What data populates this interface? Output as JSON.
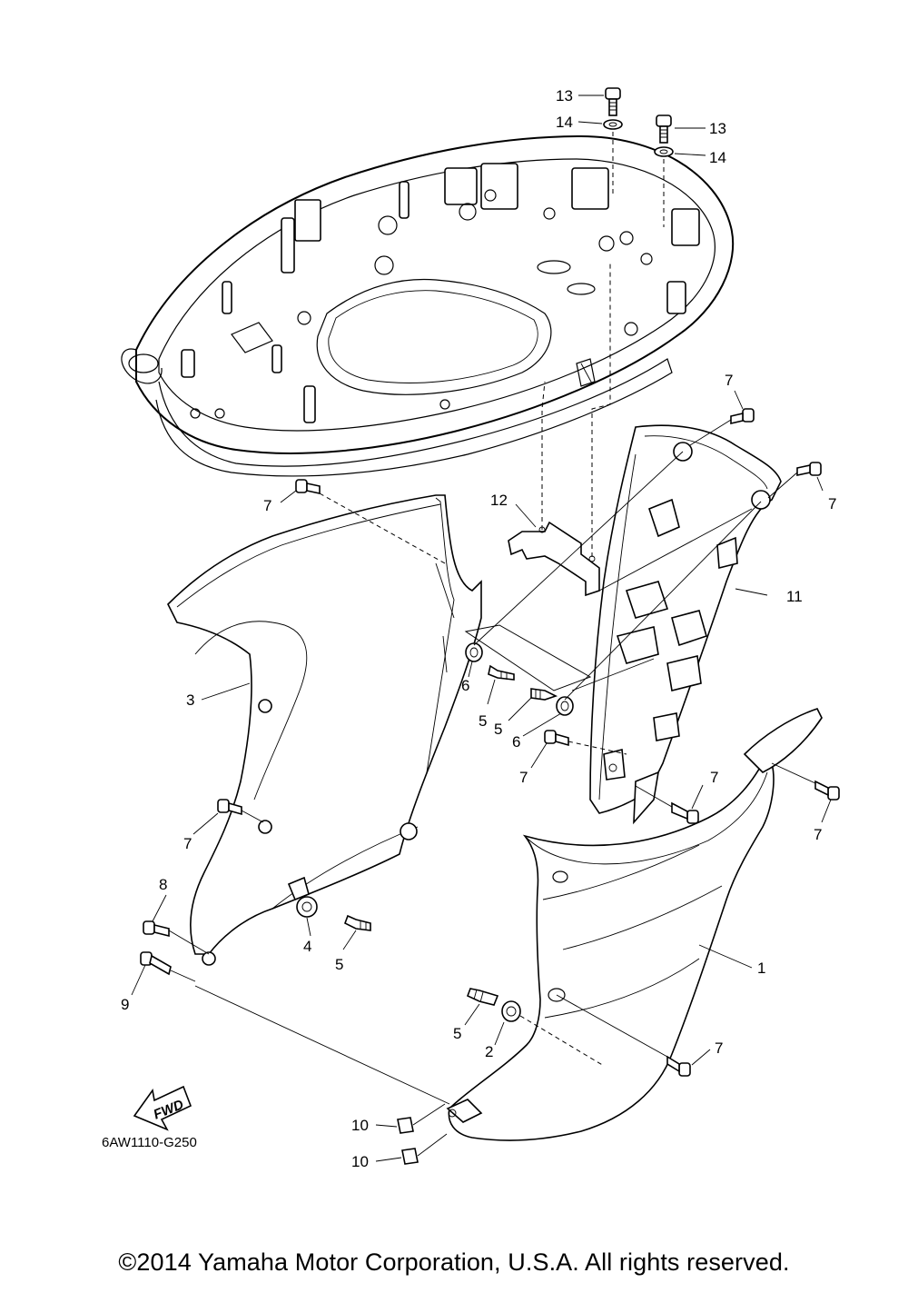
{
  "diagram": {
    "drawing_code": "6AW1110-G250",
    "fwd_label": "FWD",
    "callouts": {
      "c13a": "13",
      "c14a": "14",
      "c13b": "13",
      "c14b": "14",
      "c7a": "7",
      "c7b": "7",
      "c7c": "7",
      "c7d": "7",
      "c7e": "7",
      "c7f": "7",
      "c7g": "7",
      "c7h": "7",
      "c12": "12",
      "c11": "11",
      "c3": "3",
      "c6a": "6",
      "c5a": "5",
      "c5b": "5",
      "c6b": "6",
      "c8": "8",
      "c9": "9",
      "c4": "4",
      "c5c": "5",
      "c1": "1",
      "c5d": "5",
      "c2": "2",
      "c10a": "10",
      "c10b": "10"
    }
  },
  "footer": {
    "copyright": "©2014 Yamaha Motor Corporation, U.S.A. All rights reserved."
  }
}
